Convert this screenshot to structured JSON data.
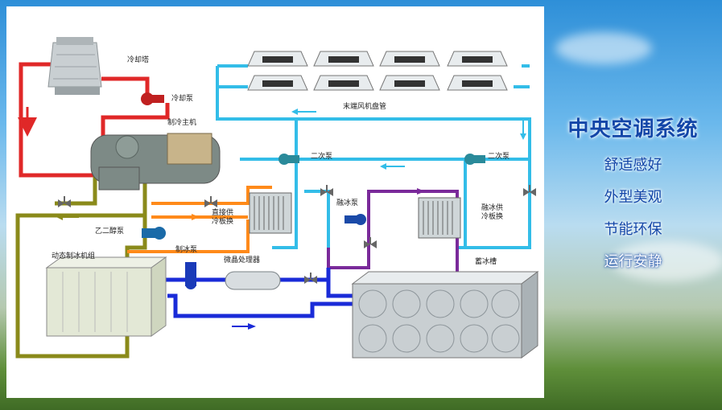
{
  "colors": {
    "red_pipe": "#e02828",
    "olive_pipe": "#8a8a1a",
    "orange_pipe": "#ff8a1a",
    "cyan_pipe": "#33bde8",
    "blue_pipe": "#1a2bd8",
    "purple_pipe": "#7a2a9a",
    "title_blue": "#1346a8"
  },
  "labels": {
    "cooling_tower": "冷却塔",
    "cooling_pump": "冷却泵",
    "chiller": "制冷主机",
    "fan_coils": "末端风机盘管",
    "secondary_pump_left": "二次泵",
    "secondary_pump_right": "二次泵",
    "direct_supply_hx": "直接供\n冷板换",
    "ice_melt_pump": "融冰泵",
    "ice_melt_hx": "融冰供\n冷板换",
    "glycol_pump": "乙二醇泵",
    "dynamic_ice_unit": "动态制冰机组",
    "ice_making_pump": "制冰泵",
    "microcrystal_processor": "微晶处理器",
    "ice_tank": "蓄冰槽"
  },
  "side": {
    "title": "中央空调系统",
    "items": [
      "舒适感好",
      "外型美观",
      "节能环保",
      "运行安静"
    ]
  },
  "icons": [
    "fan-coil-icon",
    "pump-icon",
    "valve-icon",
    "heat-exchanger-icon",
    "cooling-tower-icon",
    "chiller-icon",
    "ice-tank-icon",
    "flow-arrow-icon"
  ]
}
